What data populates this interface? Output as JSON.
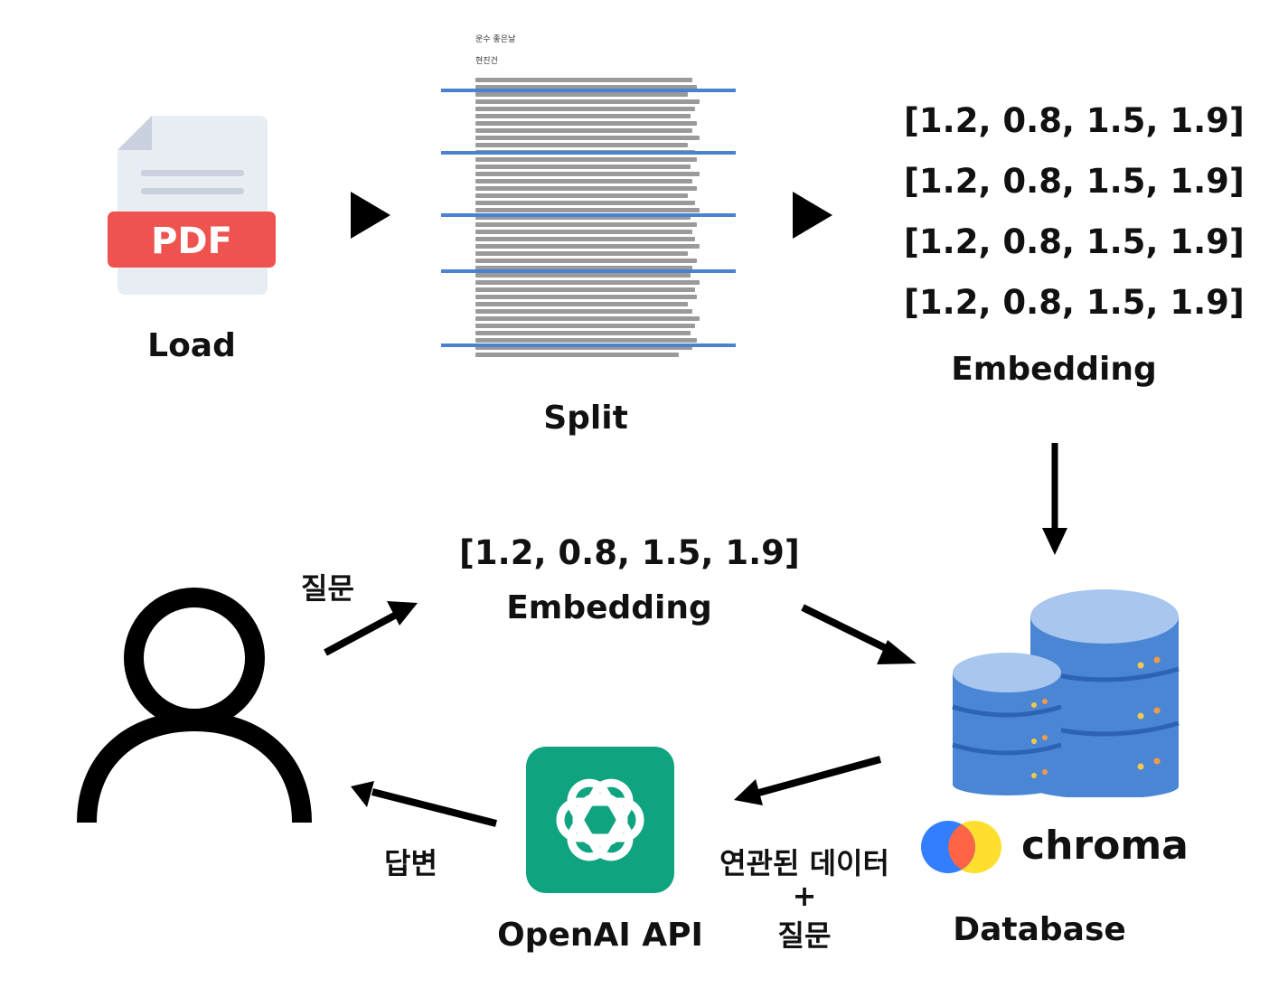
{
  "steps": {
    "load": "Load",
    "split": "Split",
    "embedding_top": "Embedding",
    "embedding_mid": "Embedding",
    "openai": "OpenAI API",
    "database": "Database"
  },
  "pdf_badge": "PDF",
  "vectors": [
    "[1.2, 0.8, 1.5, 1.9]",
    "[1.2, 0.8, 1.5, 1.9]",
    "[1.2, 0.8, 1.5, 1.9]",
    "[1.2, 0.8, 1.5, 1.9]"
  ],
  "query_vector": "[1.2, 0.8, 1.5, 1.9]",
  "edge_labels": {
    "question": "질문",
    "answer": "답변",
    "related_line1": "연관된 데이터",
    "related_plus": "+",
    "related_line2": "질문"
  },
  "doc_header": {
    "title": "운수 좋은날",
    "author": "현진건"
  },
  "chroma_label": "chroma",
  "icons": [
    "pdf-file-icon",
    "play-arrow-icon",
    "document-page-icon",
    "user-icon",
    "openai-logo-icon",
    "database-icon",
    "chroma-logo-icon"
  ],
  "colors": {
    "pdf_red": "#ef5350",
    "pdf_page": "#e8ecf3",
    "split_blue": "#4a82cf",
    "openai_green": "#10a37f",
    "db_blue": "#4a86d4",
    "db_light": "#a9c6ee"
  }
}
